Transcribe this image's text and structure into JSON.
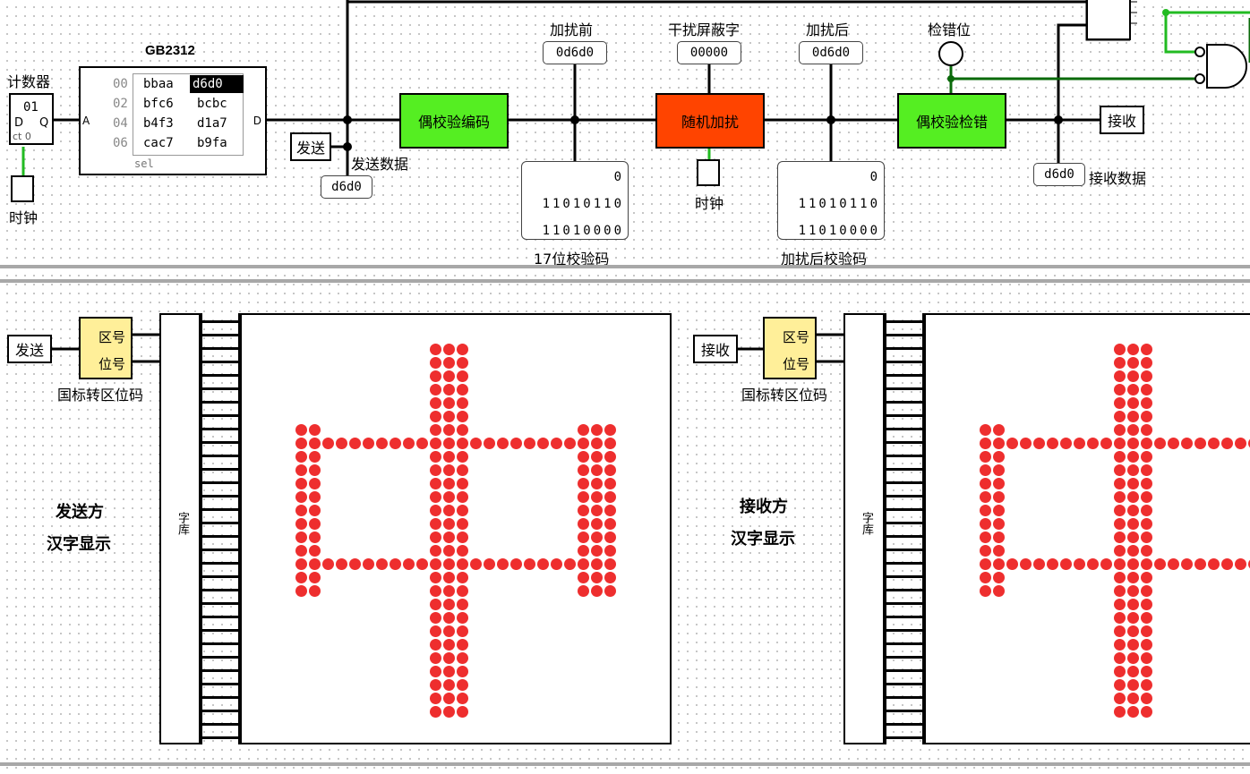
{
  "top": {
    "counter_label": "计数器",
    "counter_value": "01",
    "counter_pins": {
      "d": "D",
      "q": "Q",
      "ct": "ct 0"
    },
    "clock_label": "时钟",
    "rom": {
      "title": "GB2312",
      "pin_a": "A",
      "pin_d": "D",
      "sel_label": "sel",
      "rows": [
        {
          "addr": "00",
          "c0": "bbaa",
          "c1": "d6d0"
        },
        {
          "addr": "02",
          "c0": "bfc6",
          "c1": "bcbc"
        },
        {
          "addr": "04",
          "c0": "b4f3",
          "c1": "d1a7"
        },
        {
          "addr": "06",
          "c0": "cac7",
          "c1": "b9fa"
        }
      ]
    },
    "send_tunnel": "发送",
    "send_data_label": "发送数据",
    "send_data_value": "d6d0",
    "encoder_label": "偶校验编码",
    "before_noise_label": "加扰前",
    "before_noise_value": "0d6d0",
    "parity17_label": "17位校验码",
    "parity17_rows": [
      "0",
      "11010110",
      "11010000"
    ],
    "noise_mask_label": "干扰屏蔽字",
    "noise_mask_value": "00000",
    "noise_block_label": "随机加扰",
    "noise_clock_label": "时钟",
    "after_noise_label": "加扰后",
    "after_noise_value": "0d6d0",
    "after_parity_label": "加扰后校验码",
    "after_parity_rows": [
      "0",
      "11010110",
      "11010000"
    ],
    "checker_label": "偶校验检错",
    "error_bit_label": "检错位",
    "recv_tunnel": "接收",
    "recv_data_label": "接收数据",
    "recv_data_value": "d6d0"
  },
  "bottom": {
    "sender": {
      "tunnel": "发送",
      "conv_out1": "区号",
      "conv_out2": "位号",
      "conv_label": "国标转区位码",
      "font_label": "字库",
      "caption1": "发送方",
      "caption2": "汉字显示",
      "glyph": "中"
    },
    "receiver": {
      "tunnel": "接收",
      "conv_out1": "区号",
      "conv_out2": "位号",
      "conv_label": "国标转区位码",
      "font_label": "字库",
      "caption1": "接收方",
      "caption2": "汉字显示",
      "glyph": "中"
    }
  },
  "colors": {
    "wire": "#000000",
    "signal_wire": "#22bb22",
    "dark_signal_wire": "#0a6a0a",
    "parity_block": "#55ee22",
    "noise_block": "#ff4400",
    "converter": "#ffef99",
    "led_on": "#ee2e2e"
  }
}
